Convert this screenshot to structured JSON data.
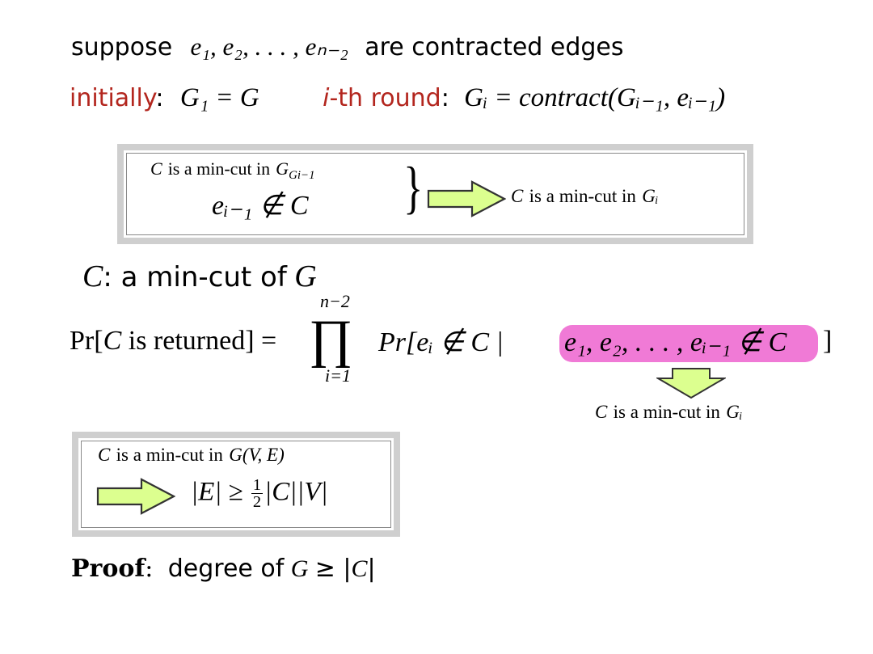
{
  "line1": {
    "suppose": "suppose",
    "edges_math": "e₁, e₂, . . . , eₙ₋₂",
    "rest": "are contracted edges"
  },
  "line2": {
    "initially_label": "initially",
    "initially_colon": ":",
    "init_math": "G₁ = G",
    "round_i": "i",
    "round_label": "-th round",
    "round_colon": ":",
    "round_math": "Gᵢ = contract(Gᵢ₋₁, eᵢ₋₁)"
  },
  "box1": {
    "cond1_c": "C",
    "cond1_text": "is a min-cut in",
    "cond1_g": "Gi−1",
    "cond2": "eᵢ₋₁ ∉ C",
    "brace": "}",
    "result_c": "C",
    "result_text": "is a min-cut in",
    "result_g": "Gᵢ"
  },
  "line3": {
    "c": "C",
    "text": ": a min-cut of",
    "g": "G"
  },
  "formula": {
    "pr_left": "Pr[",
    "c": "C",
    "is_returned": "is returned] =",
    "prod_top": "n−2",
    "prod_symbol": "∏",
    "prod_bottom": "i=1",
    "pr_right": "Pr[eᵢ ∉ C |",
    "highlight": "e₁, e₂, . . . , eᵢ₋₁ ∉ C",
    "close": "]"
  },
  "arrow_note": {
    "c": "C",
    "text": "is a min-cut in",
    "g": "Gᵢ"
  },
  "box2": {
    "line1_c": "C",
    "line1_text": "is a min-cut in",
    "line1_g": "G(V, E)",
    "ineq_left": "|E| ≥",
    "half_num": "1",
    "half_den": "2",
    "ineq_right": "|C||V|"
  },
  "proof": {
    "label": "Proof",
    "colon": ":",
    "text": "degree of",
    "g": "G",
    "geq": "≥ |",
    "c": "C",
    "bar": "|"
  },
  "colors": {
    "red_label": "#b3261e",
    "arrow_fill": "#dcff8f",
    "highlight": "#f07ad6",
    "box_border": "#cfcfcf"
  }
}
